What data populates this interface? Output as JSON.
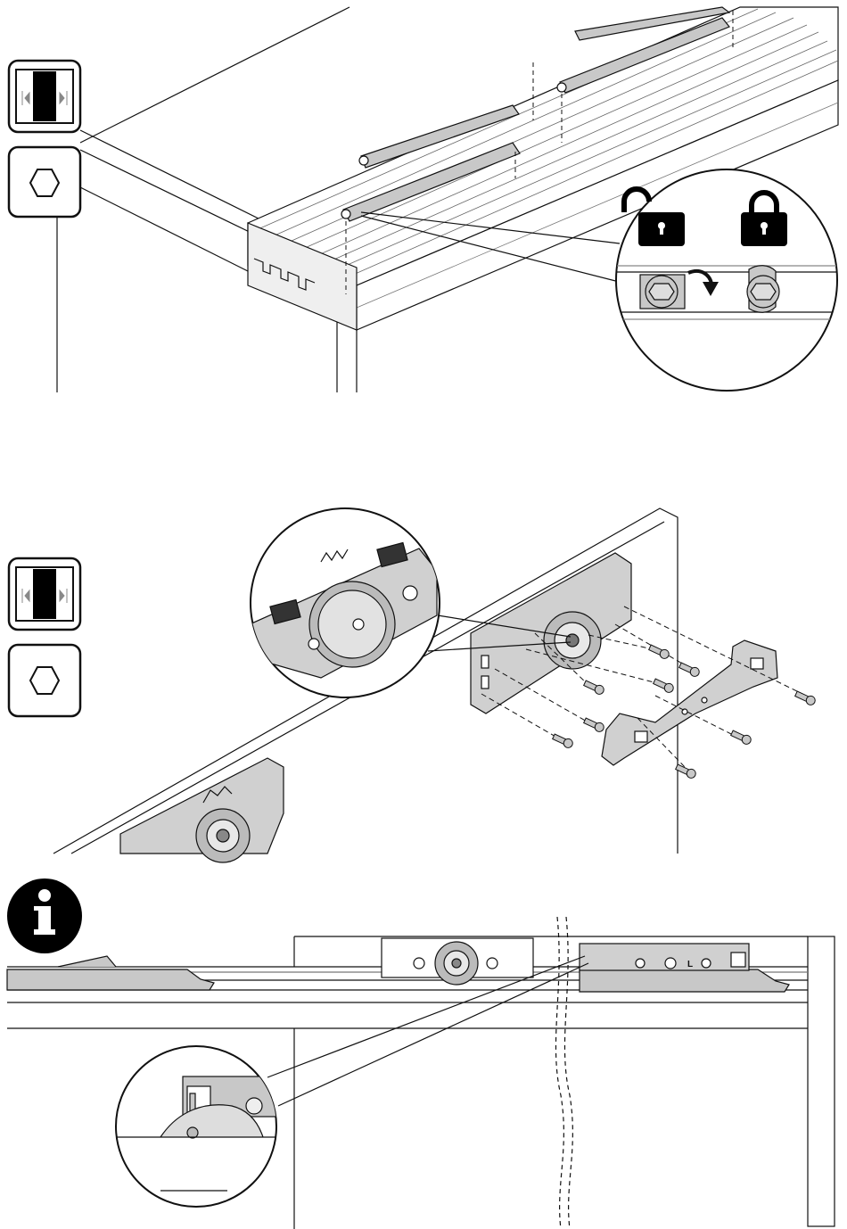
{
  "panels": [
    {
      "id": "step-1",
      "tool_icons": [
        "sliding-door-icon",
        "hex-key-icon"
      ],
      "callout": "lock-detail"
    },
    {
      "id": "step-2",
      "tool_icons": [
        "sliding-door-icon",
        "hex-key-icon"
      ],
      "callout": "roller-detail"
    },
    {
      "id": "info",
      "icon": "info-icon",
      "callout": "stop-detail"
    }
  ],
  "lock_states": [
    "unlocked-icon",
    "locked-icon"
  ],
  "roller_marking": "L",
  "colors": {
    "line": "#111111",
    "part_fill": "#c8c8c8",
    "part_dark": "#9a9a9a",
    "icon_fill": "#000000",
    "background": "#ffffff"
  }
}
